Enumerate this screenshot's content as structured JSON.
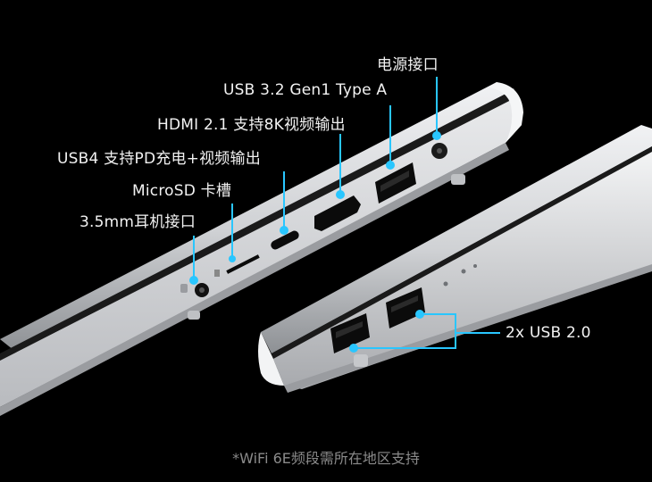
{
  "labels": {
    "power": "电源接口",
    "usb32": "USB 3.2 Gen1 Type A",
    "hdmi": "HDMI 2.1 支持8K视频输出",
    "usb4": "USB4 支持PD充电+视频输出",
    "microsd": "MicroSD 卡槽",
    "audio": "3.5mm耳机接口",
    "usb20": "2x USB 2.0"
  },
  "footnote": "*WiFi 6E频段需所在地区支持",
  "colors": {
    "background": "#000000",
    "accent": "#29c6ff",
    "chassis": "#d9dbde",
    "port": "#0b0b0b"
  },
  "icons": [
    "power-jack-icon",
    "usb-icon",
    "hdmi-icon",
    "usb-c-icon",
    "sd-card-icon",
    "headphone-icon",
    "led-indicator-icon"
  ]
}
